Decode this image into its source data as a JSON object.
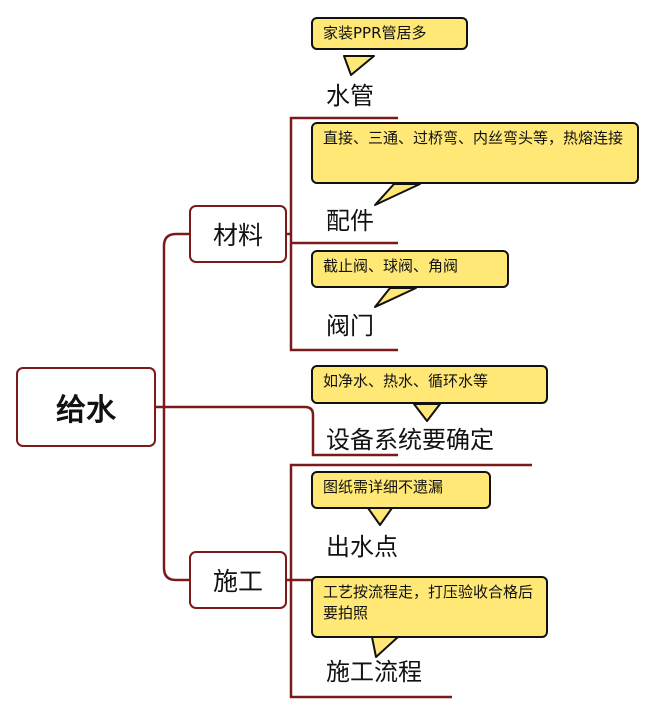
{
  "root": {
    "label": "给水"
  },
  "branches": [
    {
      "label": "材料",
      "children": [
        {
          "label": "水管",
          "note": "家装PPR管居多"
        },
        {
          "label": "配件",
          "note": "直接、三通、过桥弯、内丝弯头等，热熔连接"
        },
        {
          "label": "阀门",
          "note": "截止阀、球阀、角阀"
        }
      ]
    },
    {
      "label": "施工",
      "children": [
        {
          "label": "出水点",
          "note": "图纸需详细不遗漏"
        },
        {
          "label": "施工流程",
          "note": "工艺按流程走，打压验收合格后要拍照"
        }
      ]
    }
  ],
  "direct_children": [
    {
      "label": "设备系统要确定",
      "note": "如净水、热水、循环水等"
    }
  ],
  "colors": {
    "connector": "#7a1a1a",
    "note_fill": "#ffe876",
    "note_border": "#111111"
  }
}
